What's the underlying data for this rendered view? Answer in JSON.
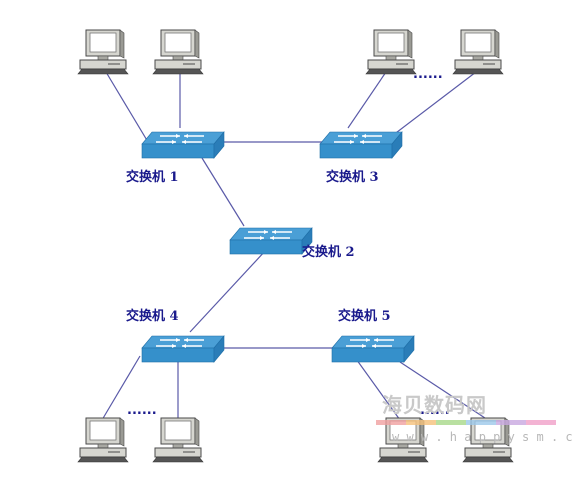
{
  "diagram": {
    "switches": [
      {
        "id": "s1",
        "label": "交换机 1"
      },
      {
        "id": "s2",
        "label": "交换机 2"
      },
      {
        "id": "s3",
        "label": "交换机 3"
      },
      {
        "id": "s4",
        "label": "交换机 4"
      },
      {
        "id": "s5",
        "label": "交换机 5"
      }
    ],
    "ellipsis": "......",
    "colors": {
      "link": "#5a5aa8",
      "switch_top": "#4a9fd6",
      "switch_side": "#2a7db8",
      "switch_front": "#3590cb",
      "arrow": "#ffffff",
      "pc_body": "#d6d6d0",
      "pc_dark": "#4a4a4a",
      "label": "#1a1a8c"
    }
  },
  "watermark": {
    "title": "海贝数码网",
    "url": "w w w . h a p p y s m . c n",
    "stripe_colors": [
      "#f0a0a0",
      "#f5c07a",
      "#a8d88a",
      "#9cc8ea",
      "#c8a8e0",
      "#f0a0c8"
    ]
  }
}
